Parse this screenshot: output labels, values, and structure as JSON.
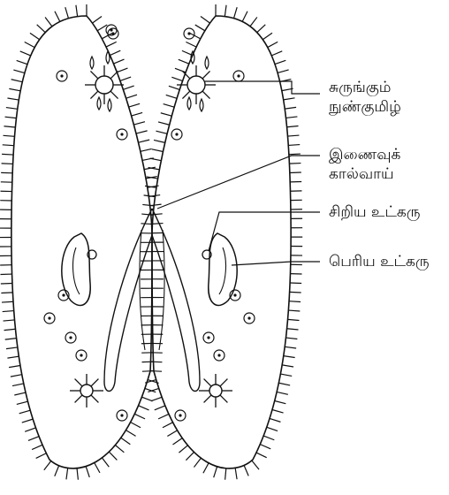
{
  "labels": {
    "contractile_vacuole": {
      "line1": "சுருங்கும்",
      "line2": "நுண்குமிழ்"
    },
    "conjugation_bridge": {
      "line1": "இணைவுக்",
      "line2": "கால்வாய்"
    },
    "micronucleus": {
      "line1": "சிறிய உட்கரு"
    },
    "macronucleus": {
      "line1": "பெரிய உட்கரு"
    }
  },
  "colors": {
    "stroke": "#111111",
    "background": "#ffffff"
  }
}
